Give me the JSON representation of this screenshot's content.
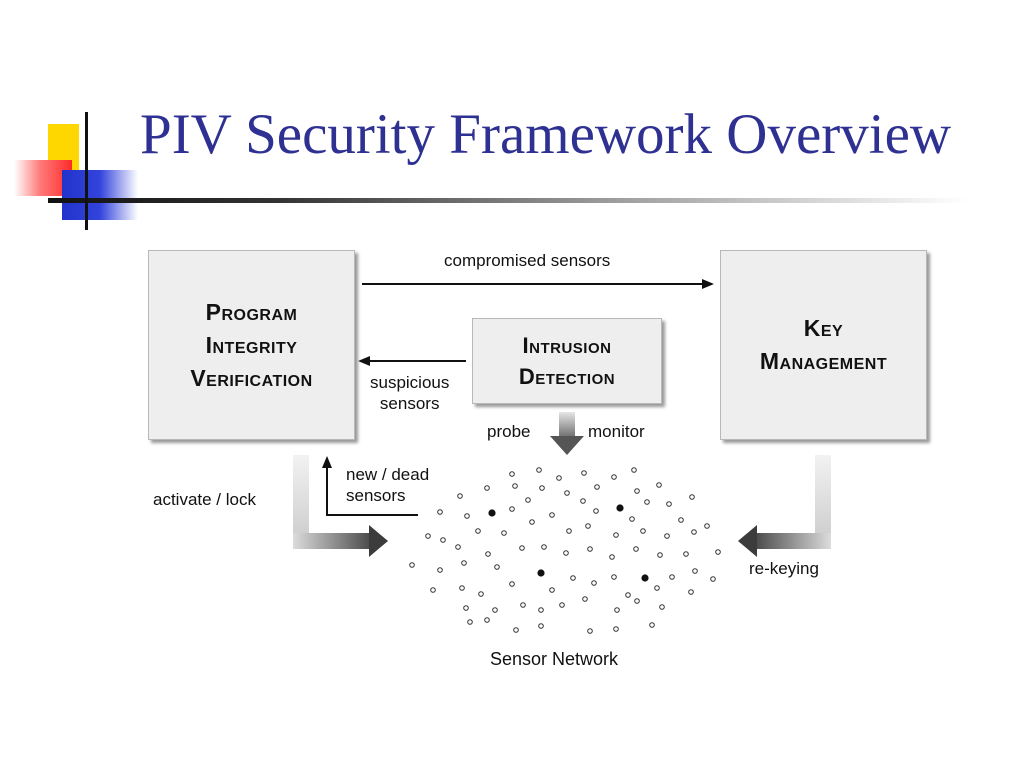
{
  "slide": {
    "title": "PIV Security Framework Overview"
  },
  "diagram": {
    "boxes": {
      "piv": "Program\nIntegrity\nVerification",
      "intrusion": "Intrusion\nDetection",
      "key": "Key\nManagement"
    },
    "labels": {
      "compromised": "compromised sensors",
      "suspicious": "suspicious\nsensors",
      "probe": "probe",
      "monitor": "monitor",
      "new_dead": "new / dead\nsensors",
      "activate": "activate / lock",
      "rekeying": "re-keying",
      "network": "Sensor Network"
    }
  },
  "colors": {
    "title": "#2e3192",
    "box_fill": "#eeeeee"
  }
}
